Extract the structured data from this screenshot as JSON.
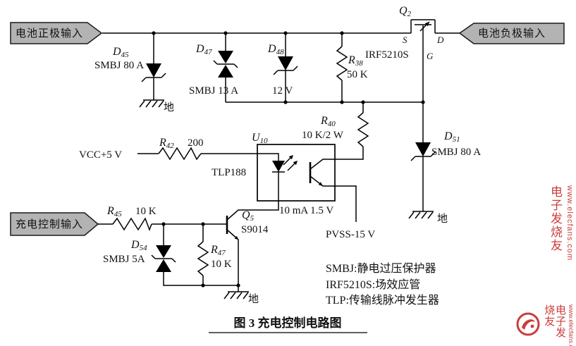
{
  "diagram": {
    "caption": "图 3  充电控制电路图",
    "inputs": {
      "battery_positive": "电池正极输入",
      "battery_negative": "电池负极输入",
      "charge_control": "充电控制输入"
    },
    "components": {
      "d45": {
        "ref": "D",
        "sub": "45",
        "value": "SMBJ 80 A"
      },
      "d47": {
        "ref": "D",
        "sub": "47",
        "value": "SMBJ 13 A"
      },
      "d48": {
        "ref": "D",
        "sub": "48",
        "value": "12 V"
      },
      "d51": {
        "ref": "D",
        "sub": "51",
        "value": "SMBJ 80 A"
      },
      "d54": {
        "ref": "D",
        "sub": "54",
        "value": "SMBJ 5A"
      },
      "r38": {
        "ref": "R",
        "sub": "38",
        "value": "50 K"
      },
      "r40": {
        "ref": "R",
        "sub": "40",
        "value": "10 K/2 W"
      },
      "r42": {
        "ref": "R",
        "sub": "42",
        "value": "200"
      },
      "r45": {
        "ref": "R",
        "sub": "45",
        "value": "10 K"
      },
      "r47": {
        "ref": "R",
        "sub": "47",
        "value": "10 K"
      },
      "q2": {
        "ref": "Q",
        "sub": "2",
        "value": "IRF5210S",
        "pin_s": "S",
        "pin_d": "D",
        "pin_g": "G"
      },
      "q5": {
        "ref": "Q",
        "sub": "5",
        "value": "S9014"
      },
      "u10": {
        "ref": "U",
        "sub": "10",
        "value": "TLP188",
        "note": "10 mA 1.5 V"
      }
    },
    "nets": {
      "vcc": "VCC+5 V",
      "pvss": "PVSS-15 V",
      "ground": "地"
    },
    "legend": {
      "line1": "SMBJ:静电过压保护器",
      "line2": "IRF5210S:场效应管",
      "line3": "TLP:传输线脉冲发生器"
    },
    "watermark": {
      "brand": "电子发烧友",
      "url": "www.elecfans.com"
    }
  }
}
